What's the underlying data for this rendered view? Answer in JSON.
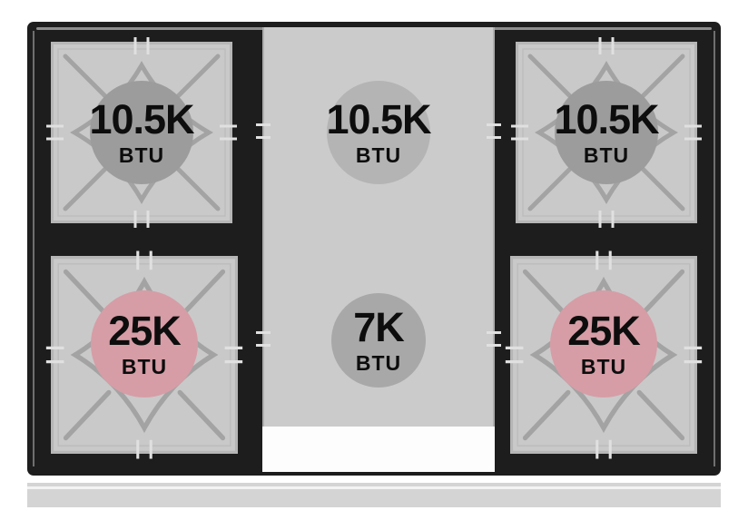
{
  "burners": [
    {
      "position": "top-left",
      "value": "10.5K",
      "unit": "BTU",
      "circle_color": "#9c9c9c"
    },
    {
      "position": "center-top",
      "value": "10.5K",
      "unit": "BTU",
      "circle_color": "#b4b4b4"
    },
    {
      "position": "top-right",
      "value": "10.5K",
      "unit": "BTU",
      "circle_color": "#9c9c9c"
    },
    {
      "position": "bottom-left",
      "value": "25K",
      "unit": "BTU",
      "circle_color": "#d69da6"
    },
    {
      "position": "center-bottom",
      "value": "7K",
      "unit": "BTU",
      "circle_color": "#a8a8a8"
    },
    {
      "position": "bottom-right",
      "value": "25K",
      "unit": "BTU",
      "circle_color": "#d69da6"
    }
  ],
  "colors": {
    "cooktop_black": "#1d1d1d",
    "surface_gray": "#c9c9c9",
    "griddle_gray": "#cbcbcb",
    "grate_line": "#a3a3a3",
    "burner_gray": "#9c9c9c",
    "burner_pink": "#d69da6",
    "front_band_gray": "#d4d4d4",
    "text_black": "#0d0d0d"
  }
}
